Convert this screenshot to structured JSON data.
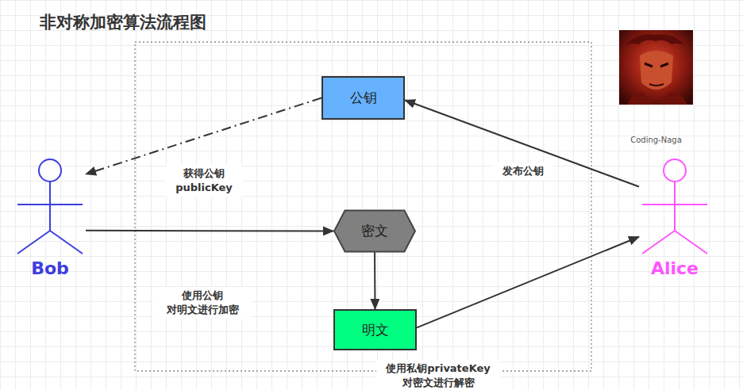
{
  "diagram": {
    "title": "非对称加密算法流程图",
    "nodes": [
      {
        "text": [
          "公钥"
        ]
      },
      {
        "text": [
          "Bob"
        ]
      },
      {
        "text": [
          "Alice"
        ]
      },
      {
        "text": [
          "密文"
        ]
      },
      {
        "text": [
          "明文"
        ]
      }
    ],
    "edges": [
      {
        "from": 2,
        "to": 0,
        "label": "发布公钥",
        "arrow": "to"
      },
      {
        "from": 0,
        "to": 1,
        "label": "获得公钥 publicKey",
        "arrow": "to"
      },
      {
        "from": 1,
        "to": 3,
        "label": "使用公钥 对明文进行加密",
        "arrow": "to"
      },
      {
        "from": 3,
        "to": 4,
        "label": "使用私钥privateKey 对密文进行解密",
        "arrow": "to"
      },
      {
        "from": 4,
        "to": 2,
        "arrow": "to"
      }
    ],
    "labels": [
      "Coding-Naga"
    ]
  }
}
